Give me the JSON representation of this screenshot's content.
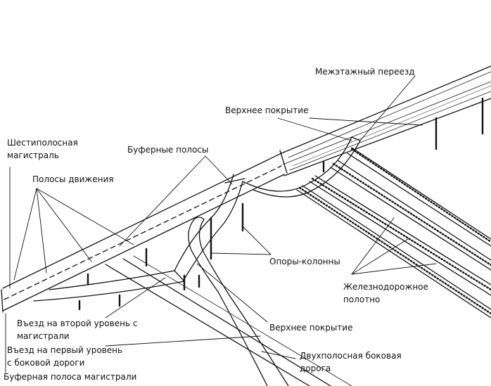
{
  "labels": {
    "interlevel_overpass": "Межэтажный переезд",
    "top_surface_upper": "Верхнее покрытие",
    "six_lane_highway": "Шестиполосная\nмагистраль",
    "buffer_lanes": "Буферные полосы",
    "traffic_lanes": "Полосы движения",
    "support_columns": "Опоры-колонны",
    "railway_track": "Железнодорожное\nполотно",
    "top_surface_lower": "Верхнее покрытие",
    "entry_second_level": "Въезд на второй уровень с\nмагистрали",
    "entry_first_level": "Въезд на первый уровень\nс боковой дороги",
    "two_lane_side_road": "Двухполосная боковая\nдорога",
    "highway_buffer_lane": "Буферная полоса магистрали"
  },
  "colors": {
    "ink": "#111111",
    "paper": "#ffffff"
  }
}
